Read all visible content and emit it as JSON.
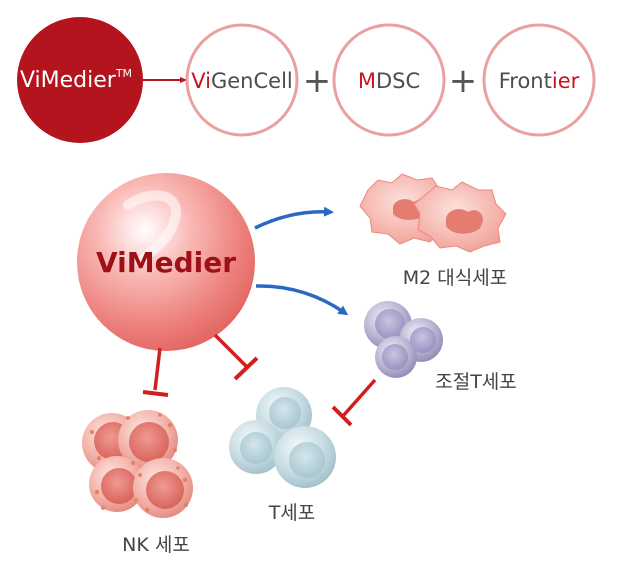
{
  "top_row": {
    "main_node": {
      "label": "ViMedier",
      "superscript": "TM"
    },
    "nodes": [
      {
        "highlight": "Vi",
        "rest": "GenCell",
        "suffix": ""
      },
      {
        "highlight": "M",
        "rest": "DSC",
        "suffix": ""
      },
      {
        "highlight": "ier",
        "rest": "Front",
        "suffix": ""
      }
    ],
    "plus": "+"
  },
  "center": {
    "label": "ViMedier"
  },
  "targets": {
    "m2": "M2 대식세포",
    "treg": "조절T세포",
    "nk": "NK 세포",
    "tcell": "T세포"
  },
  "colors": {
    "brand_red": "#b3141d",
    "ring_pink": "#eba0a0",
    "arrow_blue": "#2a68c4",
    "inhibit_red": "#d11f1f"
  }
}
